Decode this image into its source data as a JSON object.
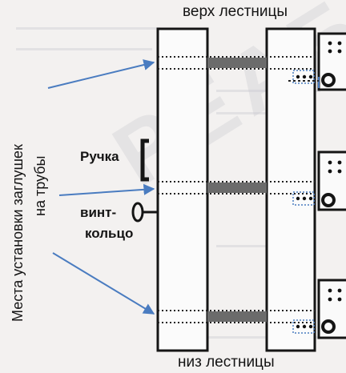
{
  "labels": {
    "top": "верх лестницы",
    "bottom": "низ лестницы",
    "handle": "Ручка",
    "screw_ring_line1": "винт-",
    "screw_ring_line2": "кольцо",
    "plug_locations_line1": "Места установки заглушек",
    "plug_locations_line2": "на трубы"
  },
  "watermark": "РЕАБИЛ",
  "colors": {
    "arrow": "#4a7cc0",
    "rail": "#151515",
    "rung": "#6b6b6b",
    "background": "#f3f1f0"
  }
}
